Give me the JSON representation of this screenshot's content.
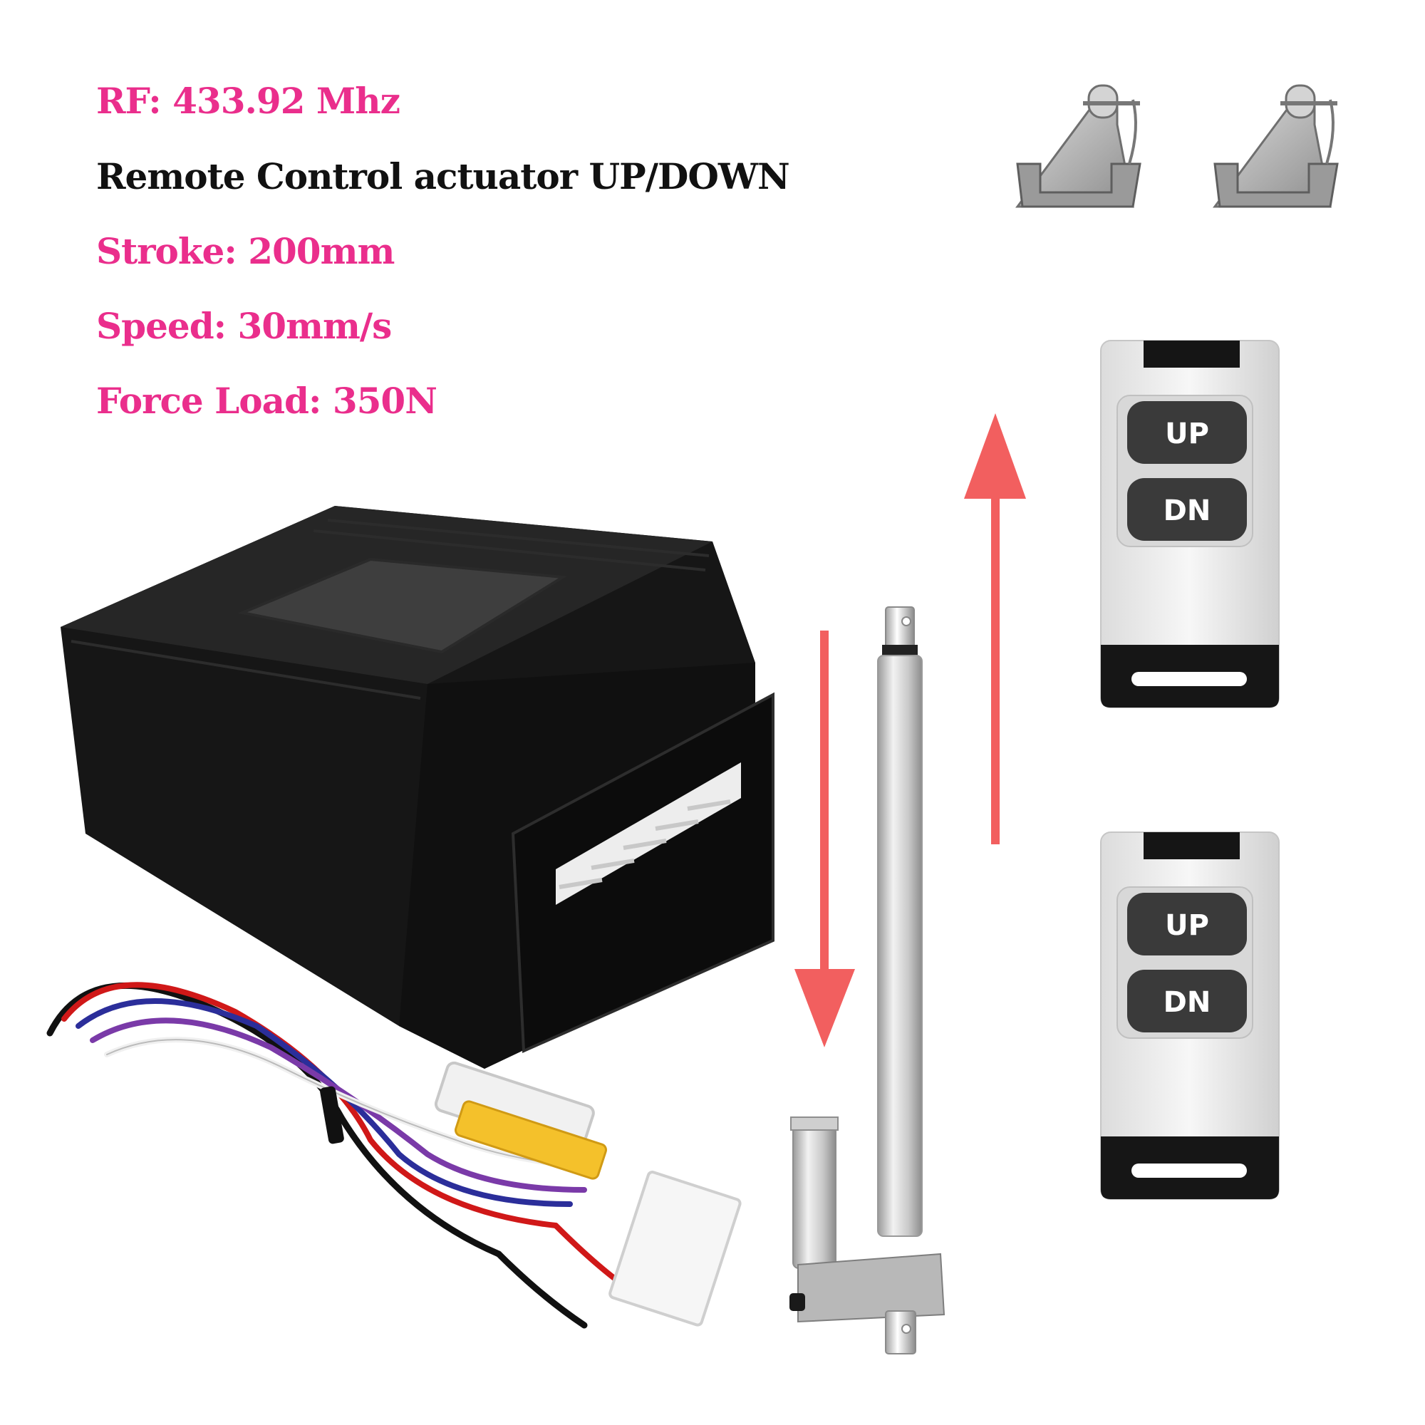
{
  "specs": {
    "rf": "RF: 433.92 Mhz",
    "headline": "Remote Control actuator UP/DOWN",
    "stroke": "Stroke: 200mm",
    "speed": "Speed: 30mm/s",
    "force": "Force Load: 350N"
  },
  "remotes": [
    {
      "up_label": "UP",
      "down_label": "DN"
    },
    {
      "up_label": "UP",
      "down_label": "DN"
    }
  ],
  "colors": {
    "spec_text": "#ea2e8c",
    "headline_text": "#111111",
    "arrow": "#f25f5f",
    "receiver_body": "#1a1a1a",
    "remote_body": "#ececec",
    "remote_button": "#3a3a3a"
  },
  "icons": [
    "mounting-bracket-icon",
    "direction-arrow-icon"
  ]
}
